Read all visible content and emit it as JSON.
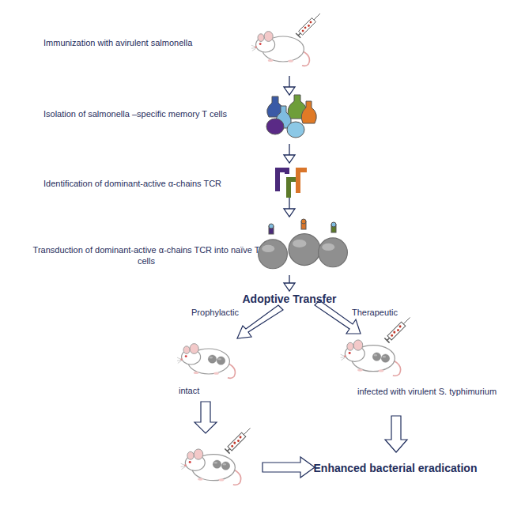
{
  "diagram": {
    "labels": [
      "Immunization with avirulent salmonella",
      "Isolation of  salmonella –specific memory T cells",
      "Identification of dominant-active α-chains TCR",
      "Transduction of dominant-active α-chains TCR into naïve T cells",
      "Adoptive Transfer",
      "Prophylactic",
      "Therapeutic",
      "intact",
      "infected with virulent S. typhimurium",
      "Enhanced bacterial eradication"
    ]
  }
}
